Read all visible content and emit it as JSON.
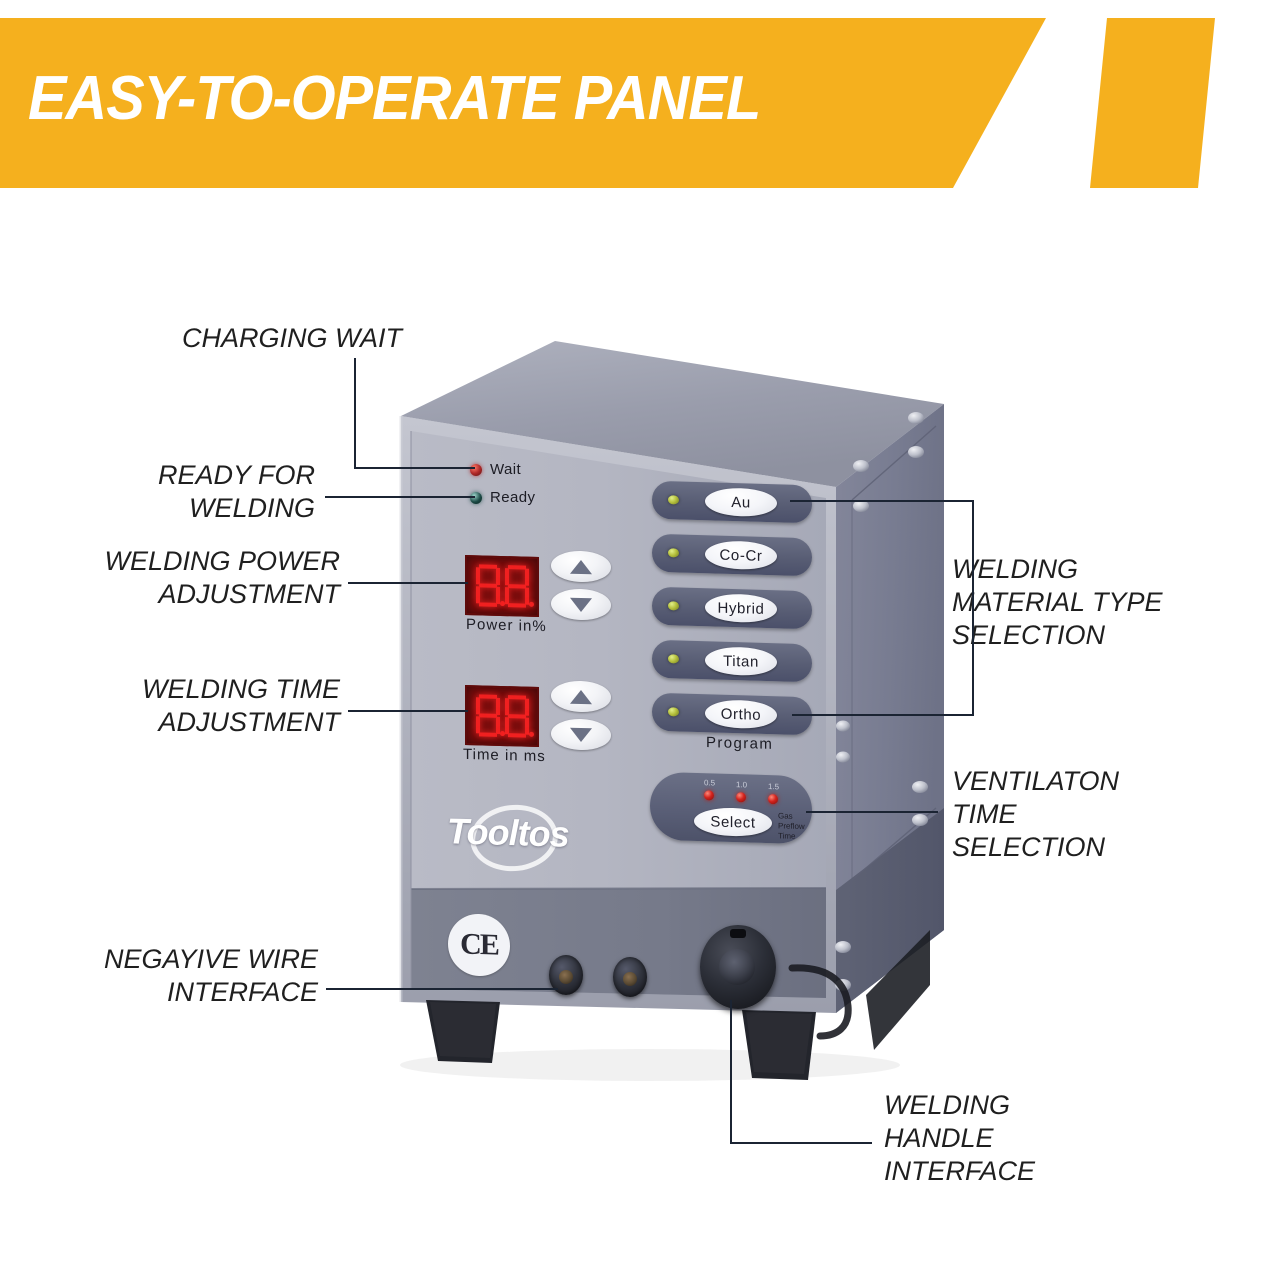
{
  "header": {
    "title": "EASY-TO-OPERATE PANEL",
    "accent_color": "#F5B01E",
    "text_color": "#FFFFFF"
  },
  "callouts": [
    {
      "id": "charging-wait",
      "label": "CHARGING WAIT"
    },
    {
      "id": "ready-for-welding",
      "label": "READY FOR\nWELDING"
    },
    {
      "id": "welding-power",
      "label": "WELDING POWER\nADJUSTMENT"
    },
    {
      "id": "welding-time",
      "label": "WELDING TIME\nADJUSTMENT"
    },
    {
      "id": "material-type",
      "label": "WELDING\nMATERIAL TYPE\nSELECTION"
    },
    {
      "id": "ventilation-time",
      "label": "VENTILATON\nTIME\nSELECTION"
    },
    {
      "id": "negative-wire",
      "label": "NEGAYIVE WIRE\nINTERFACE"
    },
    {
      "id": "welding-handle",
      "label": "WELDING\nHANDLE\nINTERFACE"
    }
  ],
  "device": {
    "brand": "Tooltos",
    "body_color": "#9DA0AF",
    "panel_color": "#B7B9C4",
    "indicators": [
      {
        "name": "wait",
        "label": "Wait",
        "color": "#B02A2A"
      },
      {
        "name": "ready",
        "label": "Ready",
        "color": "#1B4A45"
      }
    ],
    "displays": [
      {
        "name": "power",
        "value": "8.8",
        "caption": "Power  in%",
        "color": "#F02020"
      },
      {
        "name": "time",
        "value": "8.8",
        "caption": "Time  in  ms",
        "color": "#F02020"
      }
    ],
    "steppers": [
      {
        "for": "power",
        "up": "▲",
        "down": "▼"
      },
      {
        "for": "time",
        "up": "▲",
        "down": "▼"
      }
    ],
    "program": {
      "caption": "Program",
      "buttons": [
        {
          "label": "Au"
        },
        {
          "label": "Co-Cr"
        },
        {
          "label": "Hybrid"
        },
        {
          "label": "Titan"
        },
        {
          "label": "Ortho"
        }
      ]
    },
    "gas": {
      "button_label": "Select",
      "caption": "Gas\nPreflow\nTime",
      "ticks": [
        "0.5",
        "1.0",
        "1.5"
      ]
    },
    "certification": "CE",
    "connectors": [
      {
        "name": "negative-wire-jack-1"
      },
      {
        "name": "negative-wire-jack-2"
      },
      {
        "name": "welding-handle-connector"
      }
    ]
  }
}
